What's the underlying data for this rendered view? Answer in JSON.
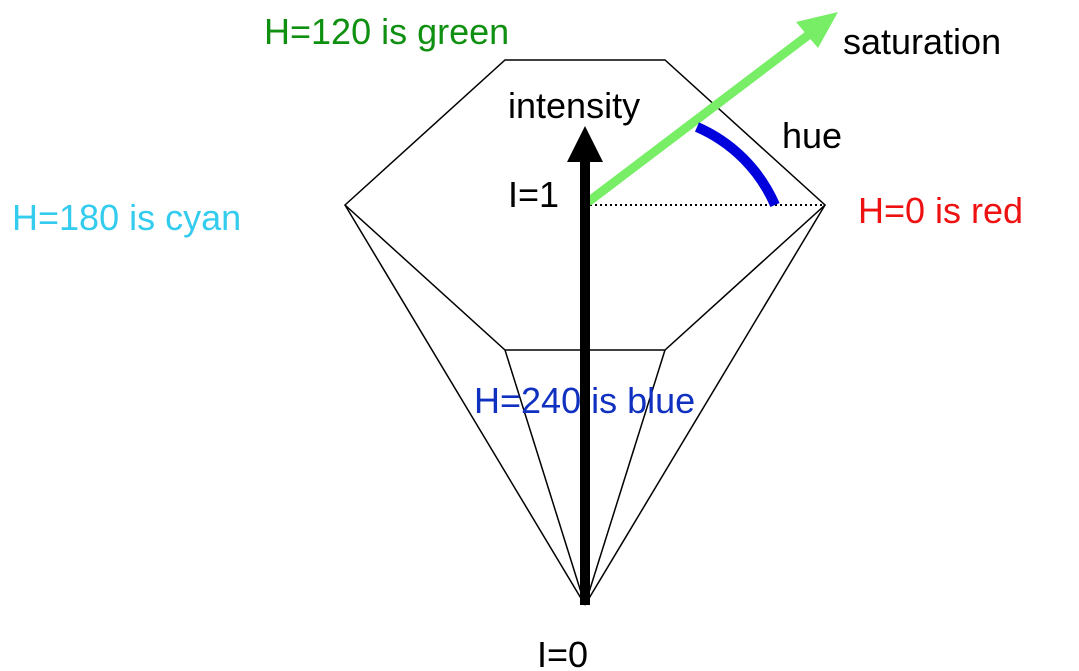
{
  "labels": {
    "green": "H=120 is green",
    "saturation": "saturation",
    "intensity": "intensity",
    "hue": "hue",
    "cyan": "H=180 is cyan",
    "i1": "I=1",
    "red": "H=0 is red",
    "blue": "H=240 is blue",
    "i0": "I=0"
  },
  "colors": {
    "green": "#109010",
    "cyan": "#33ccee",
    "red": "#ee1111",
    "blue": "#1030c0",
    "saturation_arrow": "#77ee66",
    "hue_arc": "#0000dd",
    "intensity_arrow": "#000000",
    "outline": "#000000"
  }
}
